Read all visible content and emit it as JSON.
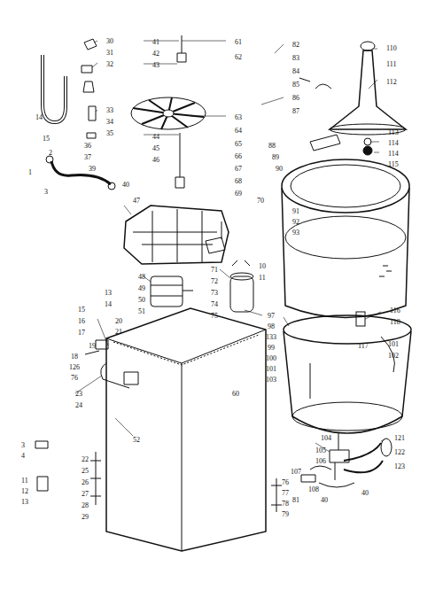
{
  "diagram": {
    "labels": [
      "30",
      "31",
      "32",
      "33",
      "34",
      "35",
      "14",
      "15",
      "2",
      "1",
      "39",
      "3",
      "36",
      "37",
      "40",
      "41",
      "42",
      "43",
      "44",
      "45",
      "46",
      "47",
      "61",
      "62",
      "63",
      "64",
      "65",
      "66",
      "67",
      "68",
      "69",
      "82",
      "83",
      "84",
      "85",
      "86",
      "87",
      "88",
      "89",
      "90",
      "70",
      "91",
      "92",
      "93",
      "110",
      "111",
      "112",
      "113",
      "114",
      "114",
      "115",
      "48",
      "49",
      "50",
      "51",
      "71",
      "72",
      "73",
      "74",
      "75",
      "10",
      "11",
      "97",
      "98",
      "133",
      "99",
      "100",
      "101",
      "103",
      "116",
      "118",
      "117",
      "101",
      "102",
      "13",
      "14",
      "15",
      "16",
      "17",
      "18",
      "19",
      "126",
      "76",
      "20",
      "21",
      "60",
      "23",
      "24",
      "52",
      "3",
      "4",
      "11",
      "12",
      "13",
      "22",
      "25",
      "26",
      "27",
      "28",
      "29",
      "76",
      "77",
      "78",
      "79",
      "104",
      "105",
      "106",
      "107",
      "108",
      "81",
      "40",
      "40",
      "121",
      "122",
      "123"
    ]
  }
}
